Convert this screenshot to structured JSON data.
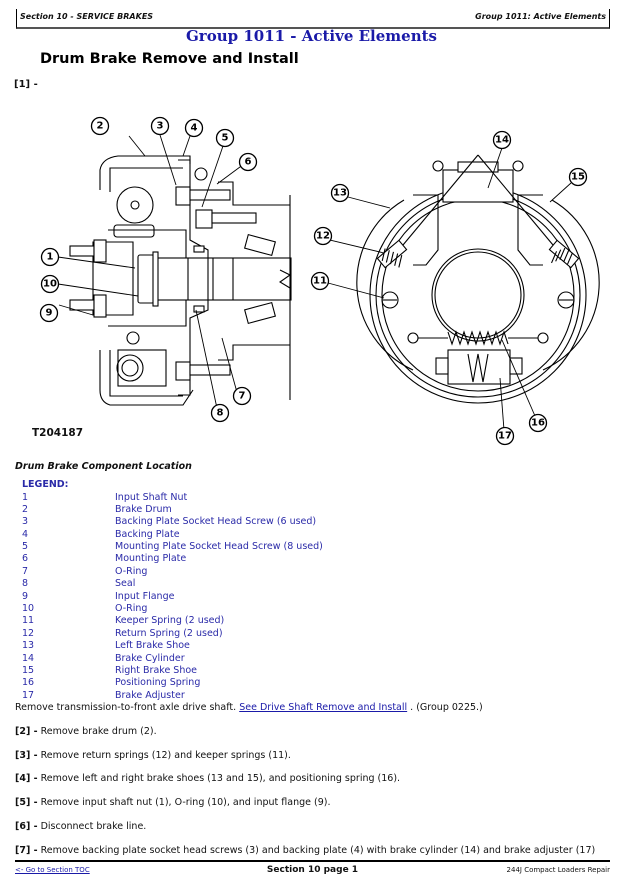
{
  "header": {
    "section": "Section 10 - SERVICE BRAKES",
    "group": "Group 1011: Active Elements"
  },
  "group_title": "Group 1011 - Active Elements",
  "page_title": "Drum Brake Remove and Install",
  "step1_label": "[1] -",
  "figure": {
    "id": "T204187",
    "callouts_left": [
      "1",
      "2",
      "3",
      "4",
      "5",
      "6",
      "7",
      "8",
      "9",
      "10"
    ],
    "callouts_right": [
      "11",
      "12",
      "13",
      "14",
      "15",
      "16",
      "17"
    ]
  },
  "caption": "Drum Brake Component Location",
  "legend": {
    "heading": "LEGEND:",
    "items": [
      {
        "num": "1",
        "label": "Input Shaft Nut"
      },
      {
        "num": "2",
        "label": "Brake Drum"
      },
      {
        "num": "3",
        "label": "Backing Plate Socket Head Screw (6 used)"
      },
      {
        "num": "4",
        "label": "Backing Plate"
      },
      {
        "num": "5",
        "label": "Mounting Plate Socket Head Screw (8 used)"
      },
      {
        "num": "6",
        "label": "Mounting Plate"
      },
      {
        "num": "7",
        "label": "O-Ring"
      },
      {
        "num": "8",
        "label": "Seal"
      },
      {
        "num": "9",
        "label": "Input Flange"
      },
      {
        "num": "10",
        "label": "O-Ring"
      },
      {
        "num": "11",
        "label": "Keeper Spring (2 used)"
      },
      {
        "num": "12",
        "label": "Return Spring (2 used)"
      },
      {
        "num": "13",
        "label": "Left Brake Shoe"
      },
      {
        "num": "14",
        "label": "Brake Cylinder"
      },
      {
        "num": "15",
        "label": "Right Brake Shoe"
      },
      {
        "num": "16",
        "label": "Positioning Spring"
      },
      {
        "num": "17",
        "label": "Brake Adjuster"
      }
    ]
  },
  "intro": {
    "text_before": "Remove transmission-to-front axle drive shaft. ",
    "link": "See Drive Shaft Remove and Install",
    "text_after": " . (Group 0225.)"
  },
  "steps": [
    {
      "label": "[2] -",
      "text": " Remove brake drum (2)."
    },
    {
      "label": "[3] -",
      "text": " Remove return springs (12) and keeper springs (11)."
    },
    {
      "label": "[4] -",
      "text": " Remove left and right brake shoes (13 and 15), and positioning spring (16)."
    },
    {
      "label": "[5] -",
      "text": " Remove input shaft nut (1), O-ring (10), and input flange (9)."
    },
    {
      "label": "[6] -",
      "text": " Disconnect brake line."
    },
    {
      "label": "[7] -",
      "text": " Remove backing plate socket head screws (3) and backing plate (4) with brake cylinder (14) and brake adjuster (17)"
    }
  ],
  "footer": {
    "toc_link": "<- Go to Section TOC",
    "page": "Section 10 page 1",
    "manual": "244J Compact Loaders Repair"
  }
}
